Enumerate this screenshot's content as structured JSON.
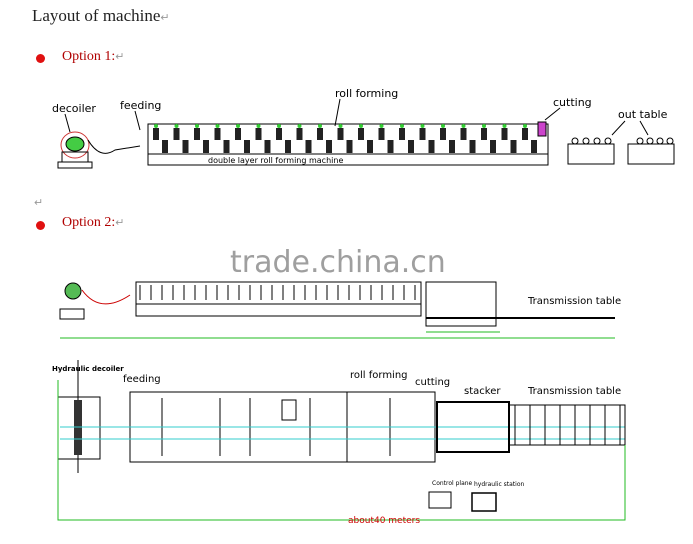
{
  "title": "Layout of machine",
  "para_mark": "↵",
  "option1": {
    "label": "Option 1:",
    "labels": {
      "decoiler": "decoiler",
      "feeding": "feeding",
      "roll_forming": "roll forming",
      "cutting": "cutting",
      "out_table": "out table",
      "machine": "double layer roll forming machine"
    }
  },
  "option2": {
    "label": "Option 2:",
    "watermark": "trade.china.cn",
    "side": {
      "transmission": "Transmission table"
    },
    "plan": {
      "decoiler": "Hydraulic decoiler",
      "feeding": "feeding",
      "roll_forming": "roll forming",
      "cutting": "cutting",
      "stacker": "stacker",
      "transmission": "Transmission table",
      "control": "Control plane",
      "hydraulic": "hydraulic station",
      "length": "about40 meters"
    }
  },
  "colors": {
    "line": "#000000",
    "green": "#22bb22",
    "cyan": "#33cccc",
    "red": "#cc0000",
    "bullet": "#e01010"
  }
}
